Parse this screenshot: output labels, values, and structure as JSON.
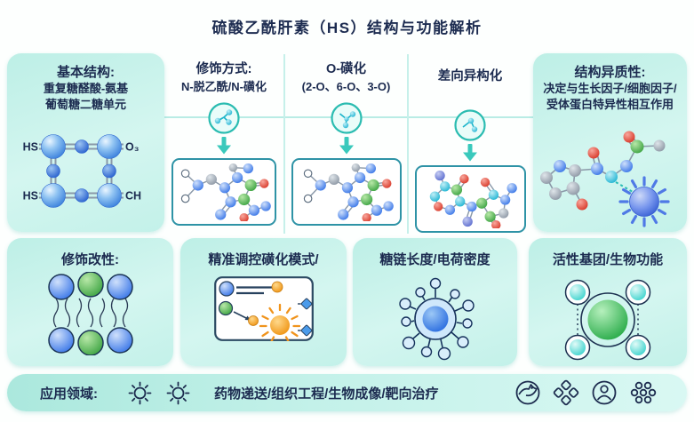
{
  "title": "硫酸乙酰肝素（HS）结构与功能解析",
  "basic_structure": {
    "heading": "基本结构:",
    "line1": "重复糖醛酸-氨基",
    "line2": "葡萄糖二糖单元",
    "mol_labels": {
      "top_left": "HS",
      "top_right": "O₃",
      "bottom_left": "HS",
      "bottom_right": "CH"
    }
  },
  "flow_columns": [
    {
      "heading": "修饰方式:",
      "subheading": "N-脱乙酰/N-磺化"
    },
    {
      "heading": "O-磺化",
      "subheading": "(2-O、6-O、3-O)"
    },
    {
      "heading": "差向异构化",
      "subheading": ""
    }
  ],
  "heterogeneity": {
    "heading": "结构异质性:",
    "line1": "决定与生长因子/细胞因子/",
    "line2": "受体蛋白特异性相互作用"
  },
  "property_panels": [
    {
      "heading": "修饰改性:"
    },
    {
      "heading": "精准调控磺化模式/"
    },
    {
      "heading": "糖链长度/电荷密度"
    },
    {
      "heading": "活性基团/生物功能"
    }
  ],
  "applications": {
    "label": "应用领域:",
    "text": "药物递送/组织工程/生物成像/靶向治疗"
  },
  "icons": {
    "flow_icon": "molecule-circle-icon",
    "arrow_icon": "down-arrow-icon",
    "application_icons": [
      "sun-icon",
      "sun-icon",
      "dove-circle-icon",
      "diamond-cluster-icon",
      "person-circle-icon",
      "molecule-cluster-icon"
    ]
  },
  "colors": {
    "accent_teal": "#2bbcb1",
    "panel_bg": "#c9f2ea",
    "navy_text": "#1c2b50",
    "box_border": "#2e93a6",
    "blue_sphere": "#3c78e8",
    "green_sphere": "#44ad44",
    "red_sphere": "#d93a2b",
    "orange": "#f0941d",
    "cyan_sphere": "#23b6d4"
  }
}
